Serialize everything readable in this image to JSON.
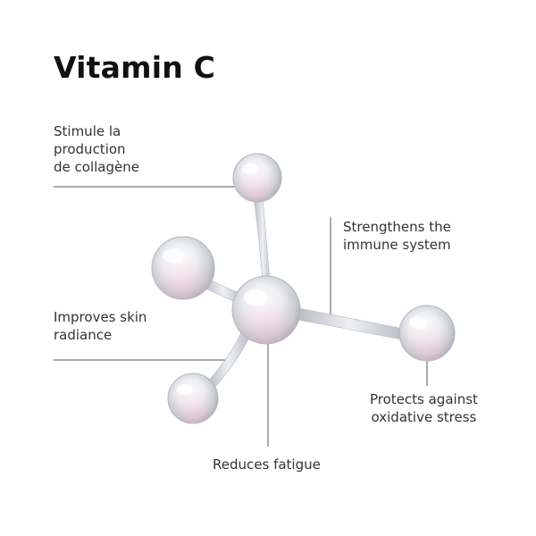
{
  "title": "Vitamin C",
  "benefits": {
    "collagen": [
      "Stimule la",
      "production",
      "de collagène"
    ],
    "immune": [
      "Strengthens the",
      "immune system"
    ],
    "skin": [
      "Improves skin",
      "radiance"
    ],
    "oxidative": [
      "Protects against",
      "oxidative stress"
    ],
    "fatigue": [
      "Reduces fatigue"
    ]
  },
  "colors": {
    "text": "#333333",
    "title": "#111111",
    "leader_line": "#555555",
    "sphere_tint": "#e8b9cc",
    "sphere_highlight": "#ffffff"
  }
}
